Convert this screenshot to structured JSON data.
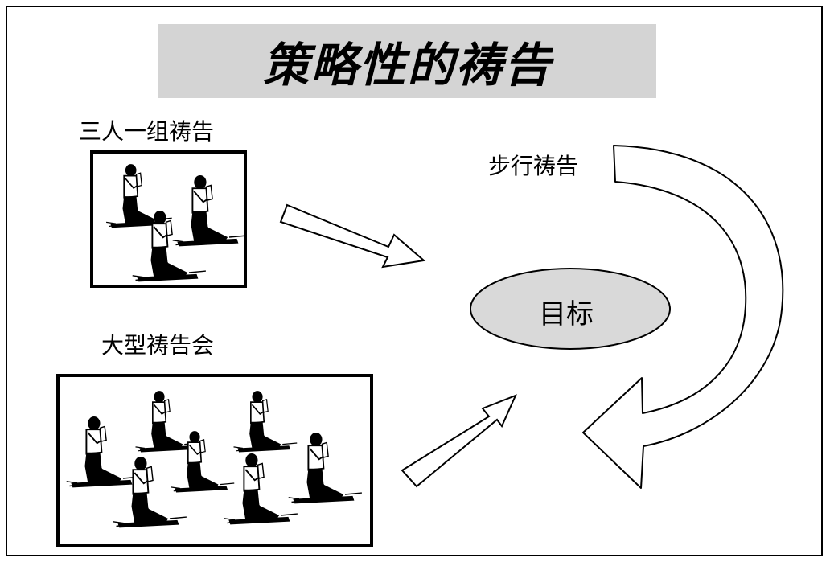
{
  "title": "策略性的祷告",
  "labels": {
    "triad": "三人一组祷告",
    "large": "大型祷告会",
    "walk": "步行祷告",
    "goal": "目标"
  },
  "colors": {
    "title_bg": "#d4d4d4",
    "goal_fill": "#d9d9d9",
    "border": "#000000"
  },
  "icons": {
    "praying_figure": "kneeling-praying-person-icon",
    "arrow": "block-arrow-icon",
    "curved_arrow": "curved-arrow-icon"
  }
}
